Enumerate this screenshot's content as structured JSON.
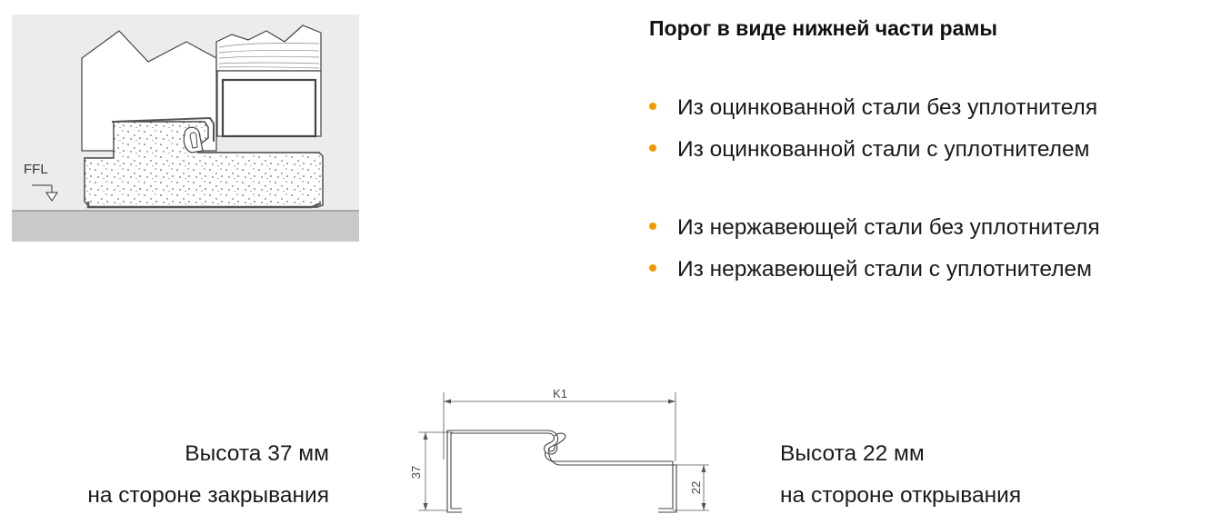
{
  "illustration": {
    "floor_label": "FFL"
  },
  "heading": "Порог в виде нижней части рамы",
  "bullet_color": "#f29a00",
  "bullets_group_1": [
    "Из оцинкованной стали без уплотнителя",
    "Из оцинкованной стали с уплотнителем"
  ],
  "bullets_group_2": [
    "Из нержавеющей стали без уплотнителя",
    "Из нержавеющей стали с уплотнителем"
  ],
  "profile": {
    "width_label": "K1",
    "left_height_label": "37",
    "right_height_label": "22"
  },
  "caption_closing": {
    "line1": "Высота 37 мм",
    "line2": "на стороне закрывания"
  },
  "caption_opening": {
    "line1": "Высота 22 мм",
    "line2": "на стороне открывания"
  }
}
